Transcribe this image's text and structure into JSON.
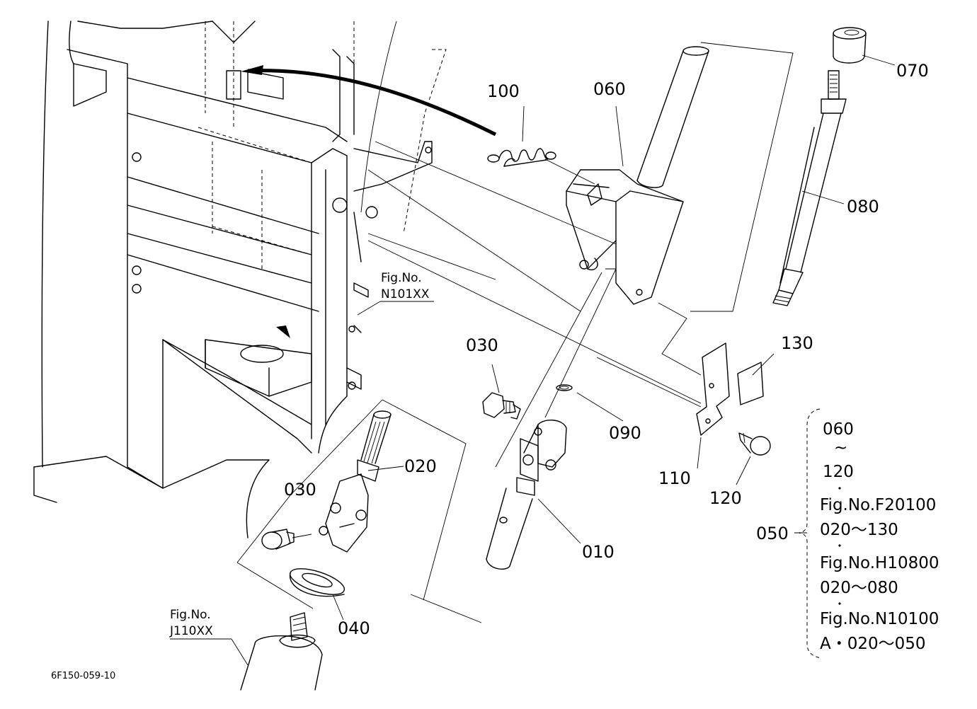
{
  "labels": {
    "p010": "010",
    "p020": "020",
    "p030a": "030",
    "p030b": "030",
    "p040": "040",
    "p050": "050",
    "p060": "060",
    "p070": "070",
    "p080": "080",
    "p090": "090",
    "p100": "100",
    "p110": "110",
    "p120": "120",
    "p130": "130"
  },
  "refs": {
    "n101_top": "Fig.No.",
    "n101_bottom": "N101XX",
    "j110_top": "Fig.No.",
    "j110_bottom": "J110XX"
  },
  "bracket": {
    "l1": "060",
    "l2": "~",
    "l3": "120",
    "l4": "Fig.No.F20100",
    "l5": "020～130",
    "l6": "Fig.No.H10800",
    "l7": "020～080",
    "l8": "Fig.No.N10100",
    "l9": "A・020～050"
  },
  "diagram_code": "6F150-059-10"
}
